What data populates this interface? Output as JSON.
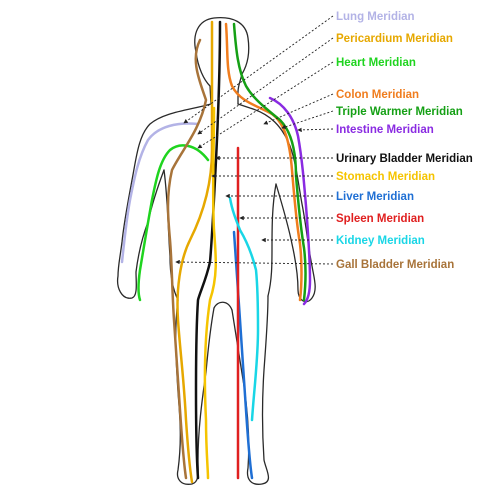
{
  "meridians": [
    {
      "id": "lung",
      "label": "Lung Meridian",
      "color": "#b3b3e6"
    },
    {
      "id": "pericardium",
      "label": "Pericardium Meridian",
      "color": "#e6a800"
    },
    {
      "id": "heart",
      "label": "Heart Meridian",
      "color": "#1fd41f"
    },
    {
      "id": "colon",
      "label": "Colon Meridian",
      "color": "#f07d1e"
    },
    {
      "id": "triple-warmer",
      "label": "Triple Warmer Meridian",
      "color": "#15a015"
    },
    {
      "id": "intestine",
      "label": "Intestine Meridian",
      "color": "#8a2be2"
    },
    {
      "id": "urinary-bladder",
      "label": "Urinary Bladder Meridian",
      "color": "#111111"
    },
    {
      "id": "stomach",
      "label": "Stomach Meridian",
      "color": "#f5c400"
    },
    {
      "id": "liver",
      "label": "Liver Meridian",
      "color": "#1f6fd4"
    },
    {
      "id": "spleen",
      "label": "Spleen Meridian",
      "color": "#e02020"
    },
    {
      "id": "kidney",
      "label": "Kidney Meridian",
      "color": "#19d6e6"
    },
    {
      "id": "gall-bladder",
      "label": "Gall Bladder Meridian",
      "color": "#a8743a"
    }
  ]
}
